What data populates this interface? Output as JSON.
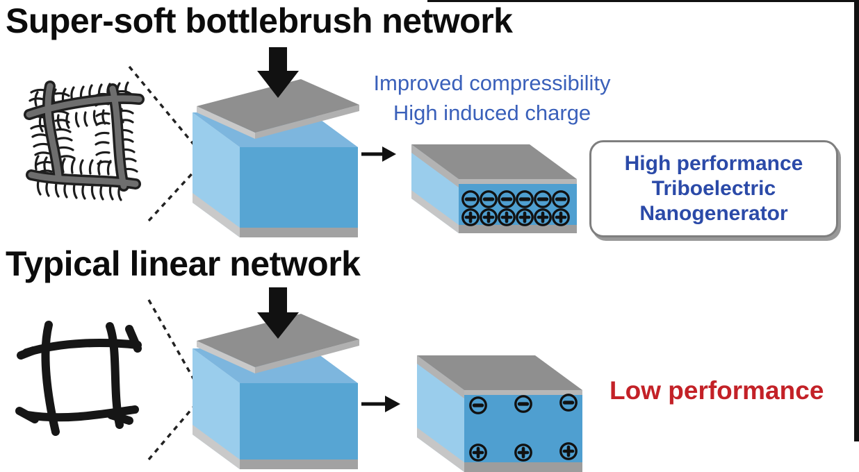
{
  "figure": {
    "top_panel": {
      "title": "Super-soft bottlebrush network",
      "annotation": {
        "line1": "Improved compressibility",
        "line2": "High induced charge"
      },
      "result_box": {
        "line1": "High performance",
        "line2": "Triboelectric",
        "line3": "Nanogenerator"
      },
      "charges": {
        "negative": 6,
        "positive": 6,
        "negative_symbol": "⊖",
        "positive_symbol": "⊕"
      }
    },
    "bottom_panel": {
      "title": "Typical linear network",
      "result_label": "Low performance",
      "charges": {
        "negative": 3,
        "positive": 3,
        "negative_symbol": "⊖",
        "positive_symbol": "⊕"
      }
    },
    "icons": {
      "bottlebrush_network": "bottlebrush-network-icon",
      "linear_network": "linear-network-icon",
      "press_arrow": "down-arrow-icon",
      "result_arrow": "right-arrow-icon"
    },
    "colors": {
      "dielectric_blue_front": "#57a5d3",
      "dielectric_blue_top": "#7db6de",
      "dielectric_blue_side": "#9acdec",
      "electrode_gray": "#8f8f8f",
      "annotation_blue": "#3a60ba",
      "result_blue": "#2b4aa8",
      "low_performance_red": "#c32127",
      "title_black": "#0c0c0c"
    }
  }
}
